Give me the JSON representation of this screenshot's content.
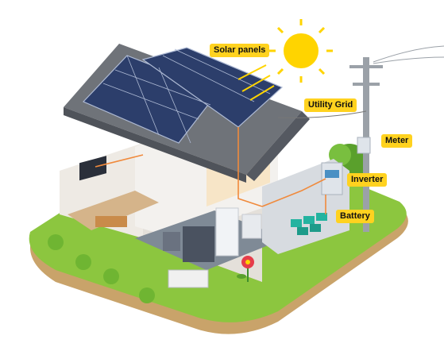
{
  "labels": {
    "solar_panels": "Solar panels",
    "utility_grid": "Utility Grid",
    "meter": "Meter",
    "inverter": "Inverter",
    "battery": "Battery"
  },
  "colors": {
    "label_bg": "#ffd21f",
    "sun": "#ffd400",
    "panel": "#2c3e6b",
    "roof": "#6f7379",
    "grass": "#8cc63f",
    "soil": "#c9a36a",
    "wire": "#f08a3c",
    "battery": "#23b3a0"
  },
  "icons": [
    "sun-icon",
    "solar-panel-icon",
    "utility-pole-icon",
    "meter-icon",
    "inverter-icon",
    "battery-icon",
    "flower-icon",
    "tree-icon"
  ]
}
